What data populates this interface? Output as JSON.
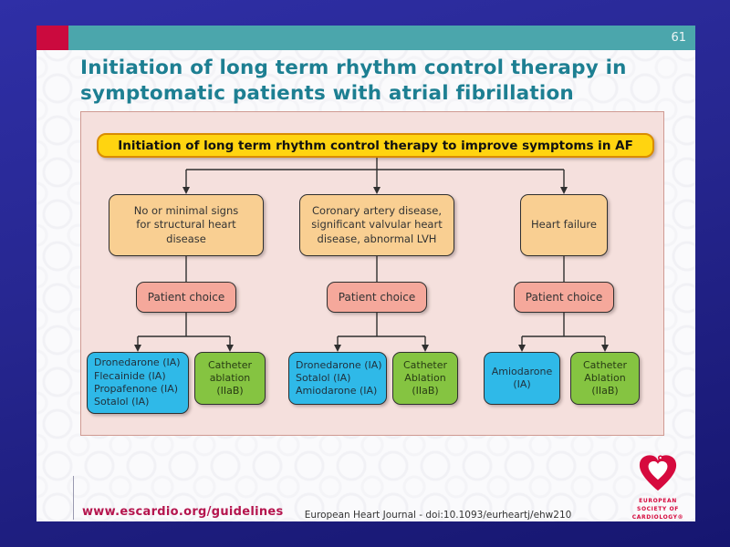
{
  "slide": {
    "page_number": "61",
    "title": "Initiation of long term rhythm control therapy in\nsymptomatic patients with atrial fibrillation"
  },
  "flowchart": {
    "banner": "Initiation of long term rhythm control therapy to improve symptoms in AF",
    "columns": [
      {
        "condition": "No or minimal signs\nfor structural heart\ndisease",
        "choice": "Patient choice",
        "drugs": "Dronedarone (IA)\nFlecainide (IA)\nPropafenone (IA)\nSotalol (IA)",
        "ablation": "Catheter\nablation\n(IIaB)"
      },
      {
        "condition": "Coronary artery disease,\nsignificant valvular heart\ndisease, abnormal LVH",
        "choice": "Patient choice",
        "drugs": "Dronedarone (IA)\nSotalol (IA)\nAmiodarone (IA)",
        "ablation": "Catheter\nAblation\n(IIaB)"
      },
      {
        "condition": "Heart failure",
        "choice": "Patient choice",
        "drugs": "Amiodarone\n(IA)",
        "ablation": "Catheter\nAblation\n(IIaB)"
      }
    ]
  },
  "footer": {
    "website": "www.escardio.org/guidelines",
    "journal": "European Heart Journal - doi:10.1093/eurheartj/ehw210",
    "logo_caption": "EUROPEAN\nSOCIETY OF\nCARDIOLOGY®"
  },
  "colors": {
    "background_blue": "#26268f",
    "header_teal": "#4ba6ac",
    "accent_red": "#cb0a3e",
    "title_teal": "#1d7f92",
    "banner_yellow": "#ffd410",
    "condition_orange": "#f9cf92",
    "choice_pink": "#f5a89b",
    "drug_blue": "#2fb9e8",
    "ablation_green": "#85c441",
    "flowchart_bg": "#f5e0dd",
    "logo_red": "#d60a3e"
  }
}
